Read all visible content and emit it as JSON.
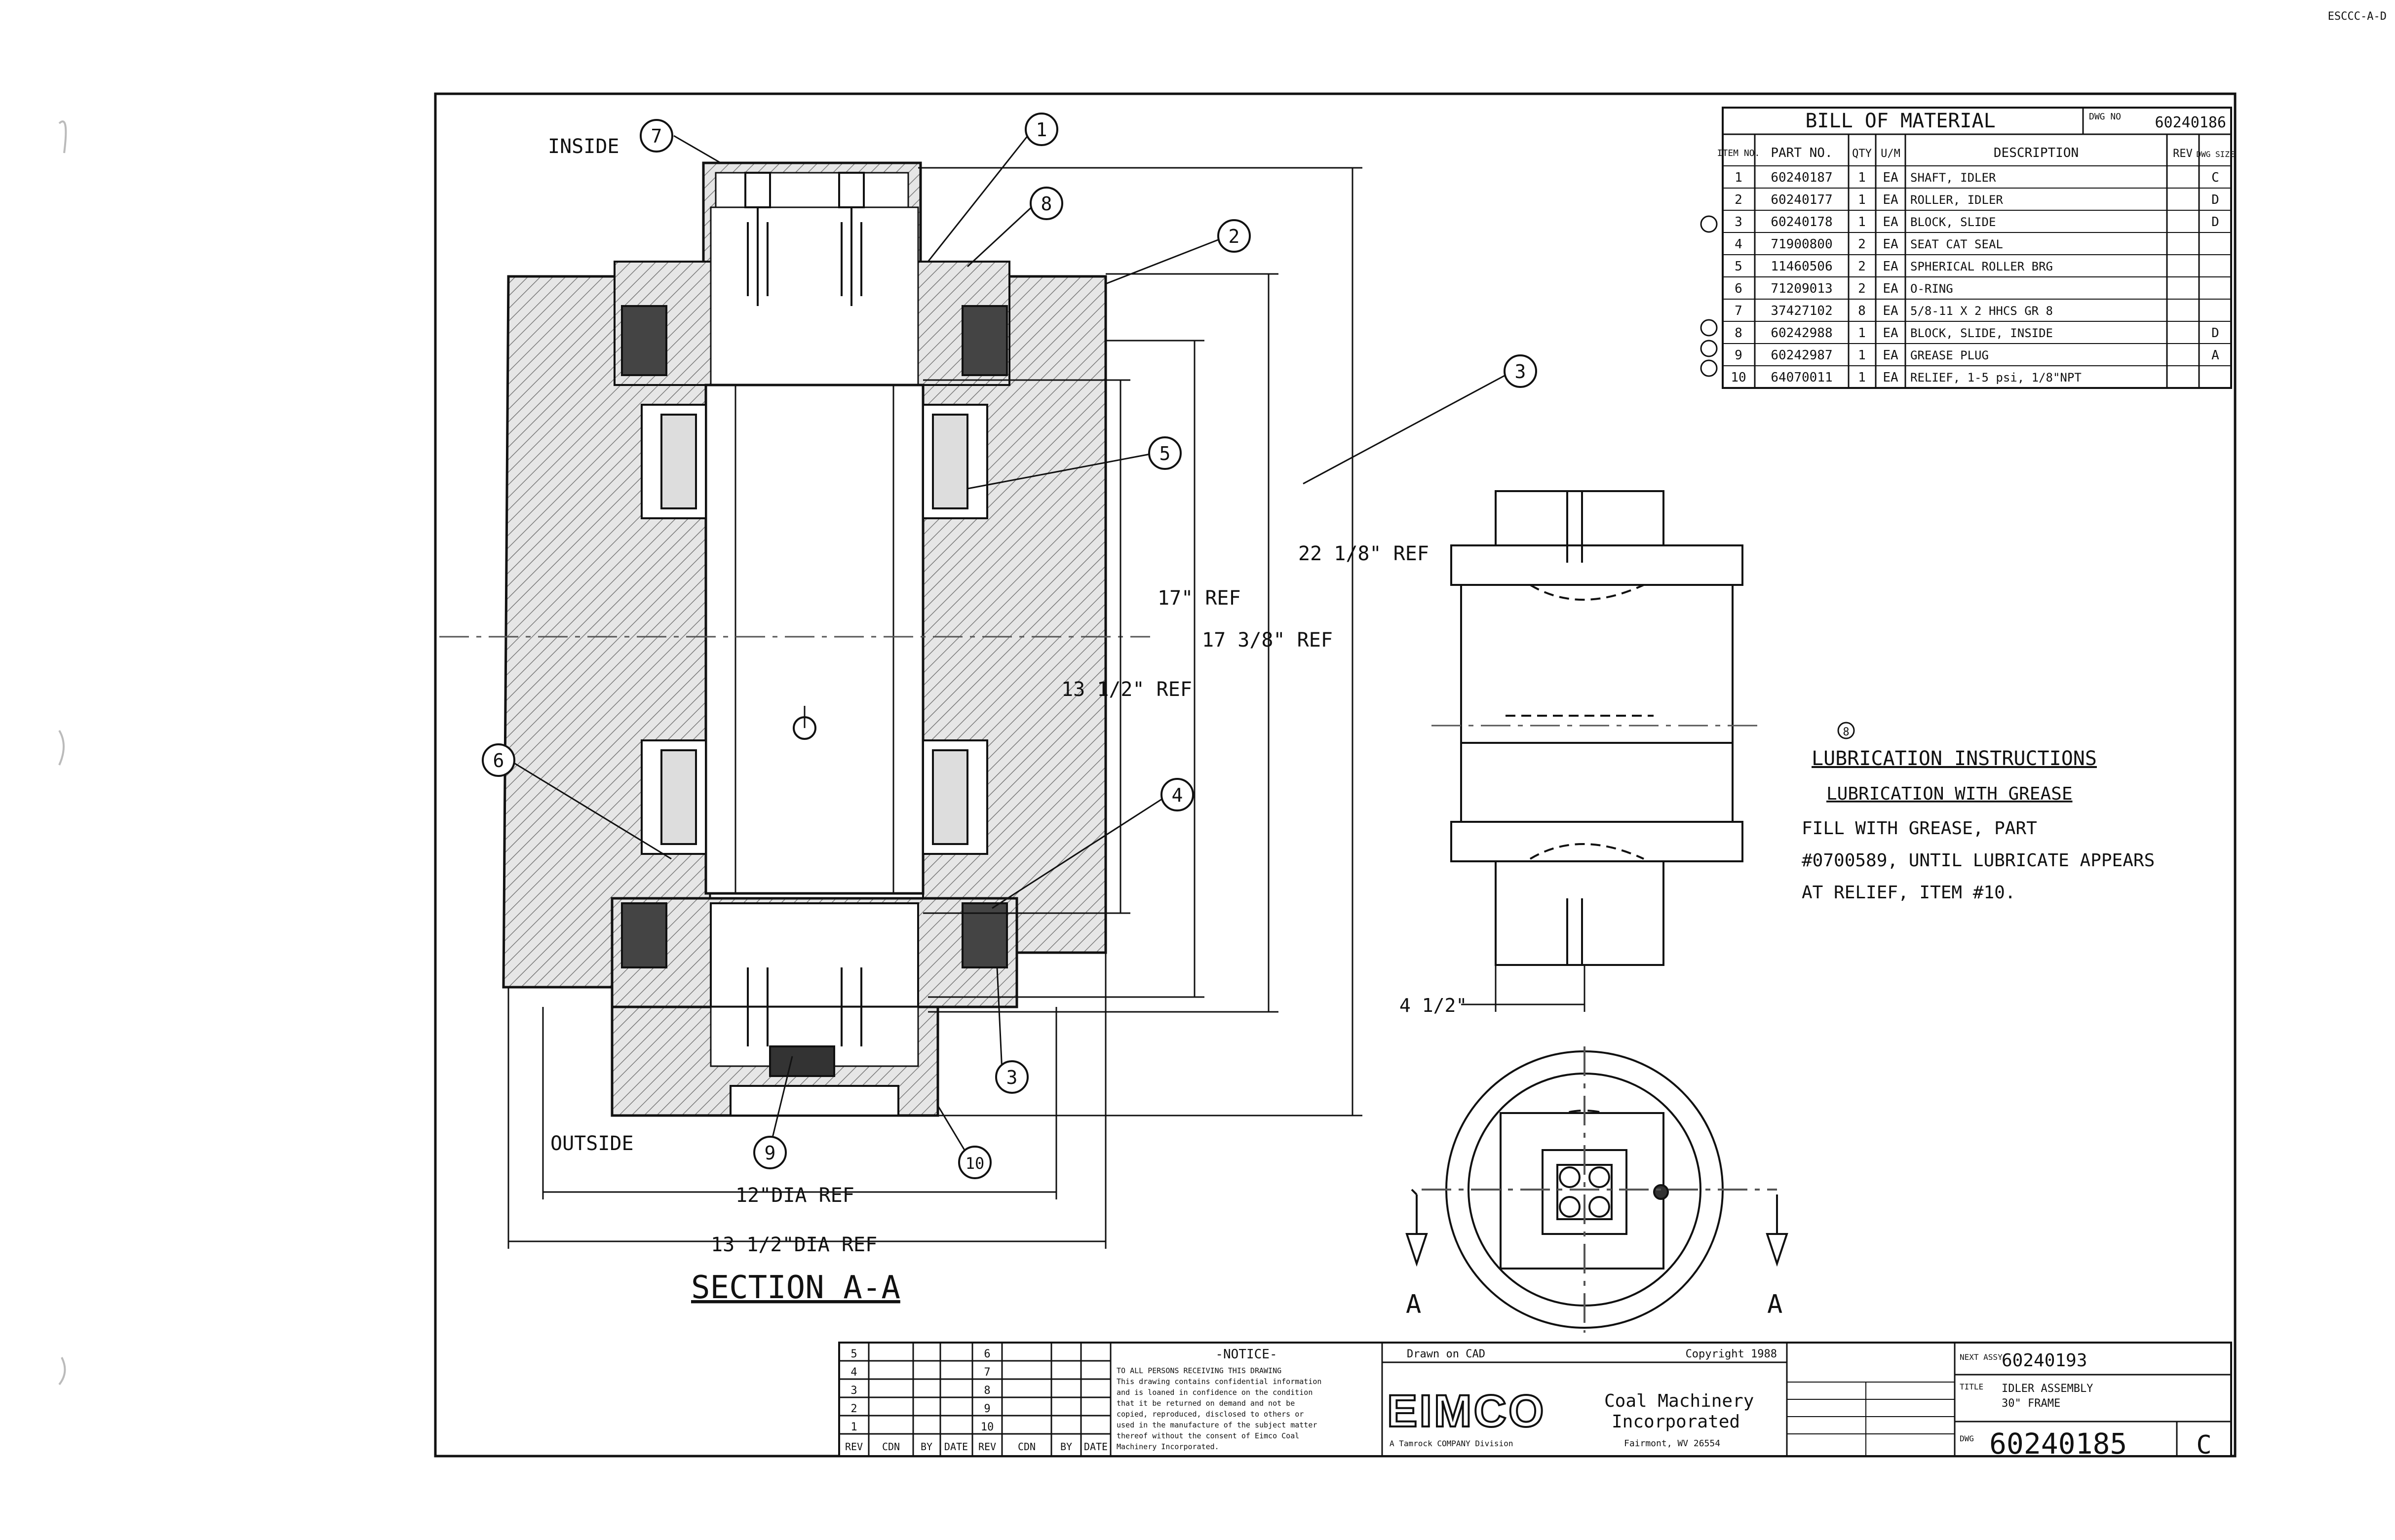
{
  "corner_code": "ESCCC-A-D",
  "labels": {
    "inside": "INSIDE",
    "outside": "OUTSIDE",
    "section": "SECTION A-A",
    "sec_a_left": "A",
    "sec_a_right": "A"
  },
  "dimensions": {
    "d1": "22 1/8\" REF",
    "d2": "17\" REF",
    "d3": "17 3/8\" REF",
    "d4": "13 1/2\" REF",
    "d5": "12\"DIA REF",
    "d6": "13 1/2\"DIA REF",
    "d7": "4 1/2\""
  },
  "balloons": [
    "1",
    "2",
    "3",
    "4",
    "5",
    "6",
    "7",
    "8",
    "9",
    "10",
    "3"
  ],
  "bom": {
    "title": "BILL OF MATERIAL",
    "dwg_label": "DWG NO",
    "dwg_no": "60240186",
    "headers": [
      "ITEM NO.",
      "PART NO.",
      "QTY",
      "U/M",
      "DESCRIPTION",
      "REV",
      "DWG SIZE"
    ],
    "rows": [
      [
        "1",
        "60240187",
        "1",
        "EA",
        "SHAFT, IDLER",
        "",
        "C"
      ],
      [
        "2",
        "60240177",
        "1",
        "EA",
        "ROLLER, IDLER",
        "",
        "D"
      ],
      [
        "3",
        "60240178",
        "1",
        "EA",
        "BLOCK, SLIDE",
        "",
        "D"
      ],
      [
        "4",
        "71900800",
        "2",
        "EA",
        "SEAT CAT SEAL",
        "",
        ""
      ],
      [
        "5",
        "11460506",
        "2",
        "EA",
        "SPHERICAL ROLLER BRG",
        "",
        ""
      ],
      [
        "6",
        "71209013",
        "2",
        "EA",
        "O-RING",
        "",
        ""
      ],
      [
        "7",
        "37427102",
        "8",
        "EA",
        "5/8-11 X 2 HHCS GR 8",
        "",
        ""
      ],
      [
        "8",
        "60242988",
        "1",
        "EA",
        "BLOCK, SLIDE, INSIDE",
        "",
        "D"
      ],
      [
        "9",
        "60242987",
        "1",
        "EA",
        "GREASE PLUG",
        "",
        "A"
      ],
      [
        "10",
        "64070011",
        "1",
        "EA",
        "RELIEF, 1-5 psi, 1/8\"NPT",
        "",
        ""
      ]
    ]
  },
  "lubrication": {
    "marker": "8",
    "title": "LUBRICATION INSTRUCTIONS",
    "subtitle": "LUBRICATION WITH GREASE",
    "line1": "FILL WITH GREASE, PART",
    "line2": "#0700589, UNTIL LUBRICATE APPEARS",
    "line3": "AT RELIEF, ITEM #10."
  },
  "title_block": {
    "notice_title": "-NOTICE-",
    "notice_l1": "TO ALL PERSONS RECEIVING THIS DRAWING",
    "notice_l2": "This drawing contains confidential information",
    "notice_l3": "and is loaned in confidence on the condition",
    "notice_l4": "that it be returned on demand and not be",
    "notice_l5": "copied, reproduced, disclosed to others or",
    "notice_l6": "used in the manufacture of the subject matter",
    "notice_l7": "thereof without the consent of Eimco Coal",
    "notice_l8": "Machinery Incorporated.",
    "drawn_on": "Drawn on CAD",
    "copyright": "Copyright 1988",
    "logo": "EIMCO",
    "company1": "Coal Machinery",
    "company2": "Incorporated",
    "company3": "Fairmont, WV 26554",
    "subsidiary": "A Tamrock COMPANY Division",
    "next_assy_label": "NEXT ASSY",
    "next_assy": "60240193",
    "title_label": "TITLE",
    "title1": "IDLER ASSEMBLY",
    "title2": "30\" FRAME",
    "dwg_label": "DWG",
    "dwg_no": "60240185",
    "size": "C",
    "rev_headers": [
      "REV",
      "CDN",
      "BY",
      "DATE",
      "REV",
      "CDN",
      "BY",
      "DATE"
    ],
    "rev_marks": [
      "5",
      "4",
      "3",
      "2",
      "1",
      "6",
      "7",
      "8",
      "9",
      "10"
    ]
  }
}
